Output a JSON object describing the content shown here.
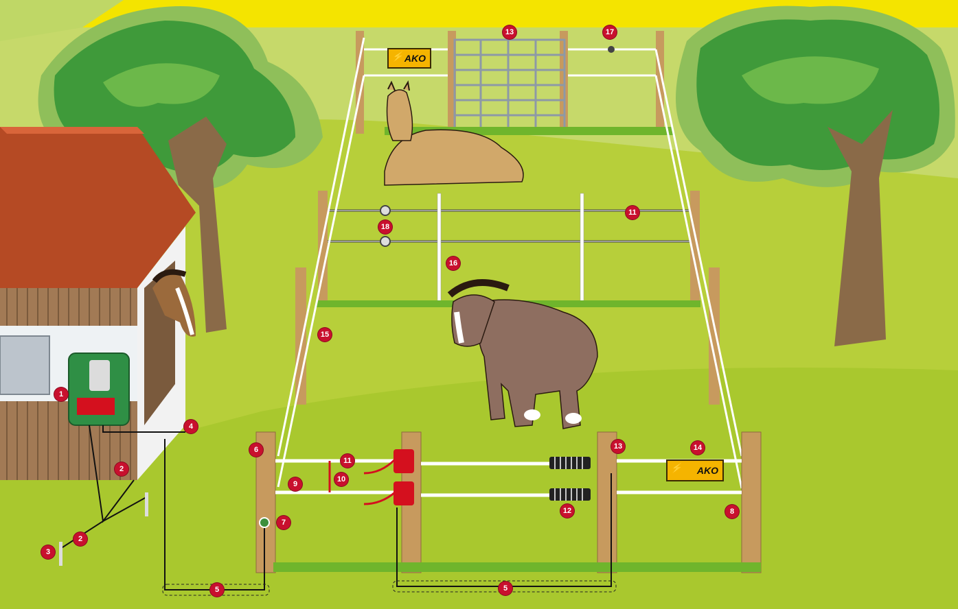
{
  "markers": [
    {
      "id": "m1",
      "n": "1",
      "name": "energizer"
    },
    {
      "id": "m2a",
      "n": "2",
      "name": "earth-lead"
    },
    {
      "id": "m2b",
      "n": "2",
      "name": "earth-lead-lower"
    },
    {
      "id": "m3",
      "n": "3",
      "name": "earth-rod"
    },
    {
      "id": "m4",
      "n": "4",
      "name": "lightning-diverter"
    },
    {
      "id": "m5a",
      "n": "5",
      "name": "underground-cable-left"
    },
    {
      "id": "m5b",
      "n": "5",
      "name": "underground-cable-right"
    },
    {
      "id": "m6",
      "n": "6",
      "name": "corner-insulator"
    },
    {
      "id": "m7",
      "n": "7",
      "name": "gate-switch"
    },
    {
      "id": "m8",
      "n": "8",
      "name": "end-insulator"
    },
    {
      "id": "m9",
      "n": "9",
      "name": "tape-connector"
    },
    {
      "id": "m10",
      "n": "10",
      "name": "connecting-cable"
    },
    {
      "id": "m11a",
      "n": "11",
      "name": "fence-tape-front"
    },
    {
      "id": "m11b",
      "n": "11",
      "name": "fence-tape-middle"
    },
    {
      "id": "m12",
      "n": "12",
      "name": "gate-spring"
    },
    {
      "id": "m13a",
      "n": "13",
      "name": "gate-handle-insulator"
    },
    {
      "id": "m13b",
      "n": "13",
      "name": "metal-gate"
    },
    {
      "id": "m14",
      "n": "14",
      "name": "warning-sign-front"
    },
    {
      "id": "m15",
      "n": "15",
      "name": "line-insulator"
    },
    {
      "id": "m16",
      "n": "16",
      "name": "plastic-post"
    },
    {
      "id": "m17",
      "n": "17",
      "name": "tensioner"
    },
    {
      "id": "m18",
      "n": "18",
      "name": "tape-tensioner"
    }
  ],
  "signs": {
    "front": "AKO",
    "back": "AKO"
  },
  "colors": {
    "sky": "#f4e400",
    "grass": "#b7cf3a",
    "grass_dark": "#8fbf2a",
    "tree": "#3f9a3a",
    "marker": "#c8102e",
    "sign": "#f5b400"
  }
}
